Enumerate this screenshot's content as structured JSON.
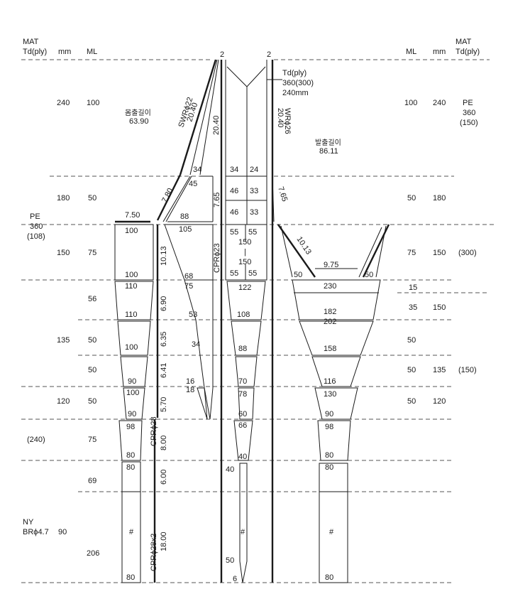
{
  "header": {
    "left_mat": "MAT",
    "left_td": "Td(ply)",
    "left_mm": "mm",
    "left_ml": "ML",
    "right_ml": "ML",
    "right_mm": "mm",
    "right_mat": "MAT",
    "right_td": "Td(ply)",
    "pennant_left": "2",
    "pennant_right": "2"
  },
  "left_columns": {
    "mm": [
      "240",
      "180",
      "150",
      "135",
      "120",
      "(240)",
      "90"
    ],
    "ml": [
      "100",
      "50",
      "75",
      "56",
      "50",
      "50",
      "50",
      "75",
      "69",
      "206"
    ]
  },
  "left_materials": {
    "pe": "PE",
    "pe_td": "360",
    "pe_ply": "(108)",
    "ny": "NY",
    "ny_br": "BRϕ4.7"
  },
  "right_columns": {
    "ml": [
      "100",
      "50",
      "75",
      "15",
      "35",
      "50",
      "50",
      "50"
    ],
    "mm": [
      "240",
      "180",
      "150",
      "150",
      "135",
      "120"
    ],
    "mat_pe": "PE",
    "mat_td": "360",
    "mat_ply": "(150)",
    "ply_300": "(300)",
    "ply_150": "(150)"
  },
  "annotations": {
    "head_len_label": "몸출길이",
    "head_len_value": "63.90",
    "foot_len_label": "발출길이",
    "foot_len_value": "86.11",
    "swr": "SWRϕ22",
    "swr_len": "20.40",
    "center_len": "20.40",
    "wr": "WRϕ26",
    "wr_len": "20.40",
    "td_label": "Td(ply)",
    "td_value1": "360(300)",
    "td_value2": "240mm",
    "len_780": "7.80",
    "len_750": "7.50",
    "len_765a": "7.65",
    "len_765b": "7.65",
    "len_1013a": "10.13",
    "len_1013b": "10.13",
    "len_975": "9.75",
    "len_690": "6.90",
    "len_635": "6.35",
    "len_641": "6.41",
    "len_570": "5.70",
    "len_800": "8.00",
    "len_600": "6.00",
    "len_1800": "18.00",
    "cpr23": "CPRϕ23",
    "cpr28": "CPRϕ28",
    "cpr28x2": "CPRϕ28x2"
  },
  "wing_left": {
    "n100": "100",
    "n100b": "100",
    "n110": "110",
    "n110b": "110",
    "n100c": "100",
    "n90": "90",
    "n100d": "100",
    "n90b": "90",
    "n98": "98",
    "n80": "80",
    "n80b": "80",
    "hash": "#",
    "n80c": "80"
  },
  "cod_panel": {
    "n34": "34",
    "n45": "45",
    "n88": "88",
    "n105": "105",
    "n68": "68",
    "n75": "75",
    "n53": "53",
    "n34b": "34",
    "n16": "16",
    "n18": "18"
  },
  "center": {
    "n34": "34",
    "n24": "24",
    "n46a": "46",
    "n33a": "33",
    "n46b": "46",
    "n33b": "33",
    "n55a": "55",
    "n55b": "55",
    "n150a": "150",
    "dash": "|",
    "n150b": "150",
    "n55c": "55",
    "n55d": "55",
    "n122": "122",
    "n108": "108",
    "n88": "88",
    "n70": "70",
    "n78": "78",
    "n60": "60",
    "n66": "66",
    "n40": "40",
    "n40b": "40",
    "hash": "#",
    "n50": "50",
    "n6": "6"
  },
  "wing_right": {
    "n50a": "50",
    "n50b": "50",
    "n230": "230",
    "n182": "182",
    "n202": "202",
    "n158": "158",
    "n116": "116",
    "n130": "130",
    "n90": "90",
    "n98": "98",
    "n80": "80",
    "n80b": "80",
    "hash": "#",
    "n80c": "80"
  }
}
